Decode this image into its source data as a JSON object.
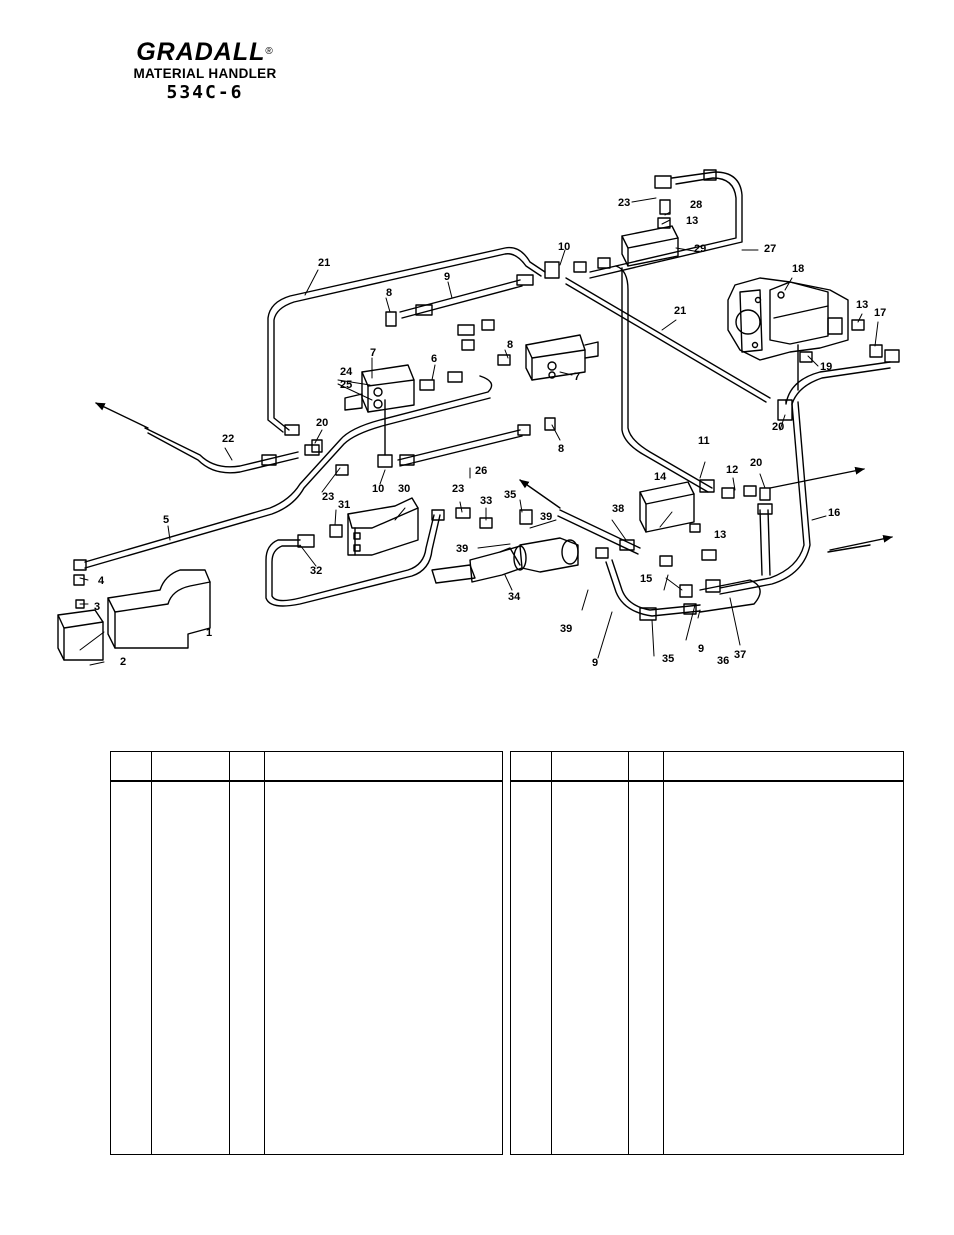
{
  "header": {
    "brand": "GRADALL",
    "reg_mark": "®",
    "subtitle": "MATERIAL HANDLER",
    "model": "534C-6"
  },
  "callouts": [
    {
      "id": "c1",
      "text": "1"
    },
    {
      "id": "c2",
      "text": "2"
    },
    {
      "id": "c3",
      "text": "3"
    },
    {
      "id": "c4",
      "text": "4"
    },
    {
      "id": "c5",
      "text": "5"
    },
    {
      "id": "c6",
      "text": "6"
    },
    {
      "id": "c7a",
      "text": "7"
    },
    {
      "id": "c7b",
      "text": "7"
    },
    {
      "id": "c8a",
      "text": "8"
    },
    {
      "id": "c8b",
      "text": "8"
    },
    {
      "id": "c8c",
      "text": "8"
    },
    {
      "id": "c9a",
      "text": "9"
    },
    {
      "id": "c9b",
      "text": "9"
    },
    {
      "id": "c9c",
      "text": "9"
    },
    {
      "id": "c10a",
      "text": "10"
    },
    {
      "id": "c10b",
      "text": "10"
    },
    {
      "id": "c11",
      "text": "11"
    },
    {
      "id": "c12",
      "text": "12"
    },
    {
      "id": "c13a",
      "text": "13"
    },
    {
      "id": "c13b",
      "text": "13"
    },
    {
      "id": "c13c",
      "text": "13"
    },
    {
      "id": "c14",
      "text": "14"
    },
    {
      "id": "c15",
      "text": "15"
    },
    {
      "id": "c16",
      "text": "16"
    },
    {
      "id": "c17",
      "text": "17"
    },
    {
      "id": "c18",
      "text": "18"
    },
    {
      "id": "c19",
      "text": "19"
    },
    {
      "id": "c20a",
      "text": "20"
    },
    {
      "id": "c20b",
      "text": "20"
    },
    {
      "id": "c20c",
      "text": "20"
    },
    {
      "id": "c21a",
      "text": "21"
    },
    {
      "id": "c21b",
      "text": "21"
    },
    {
      "id": "c22",
      "text": "22"
    },
    {
      "id": "c23a",
      "text": "23"
    },
    {
      "id": "c23b",
      "text": "23"
    },
    {
      "id": "c23c",
      "text": "23"
    },
    {
      "id": "c24",
      "text": "24"
    },
    {
      "id": "c25",
      "text": "25"
    },
    {
      "id": "c26",
      "text": "26"
    },
    {
      "id": "c27",
      "text": "27"
    },
    {
      "id": "c28",
      "text": "28"
    },
    {
      "id": "c29",
      "text": "29"
    },
    {
      "id": "c30",
      "text": "30"
    },
    {
      "id": "c31",
      "text": "31"
    },
    {
      "id": "c32",
      "text": "32"
    },
    {
      "id": "c33",
      "text": "33"
    },
    {
      "id": "c34",
      "text": "34"
    },
    {
      "id": "c35a",
      "text": "35"
    },
    {
      "id": "c35b",
      "text": "35"
    },
    {
      "id": "c36",
      "text": "36"
    },
    {
      "id": "c37",
      "text": "37"
    },
    {
      "id": "c38",
      "text": "38"
    },
    {
      "id": "c39a",
      "text": "39"
    },
    {
      "id": "c39b",
      "text": "39"
    },
    {
      "id": "c39c",
      "text": "39"
    }
  ],
  "parts_table": {
    "left_headers": [
      "",
      "",
      "",
      ""
    ],
    "right_headers": [
      "",
      "",
      "",
      ""
    ]
  }
}
